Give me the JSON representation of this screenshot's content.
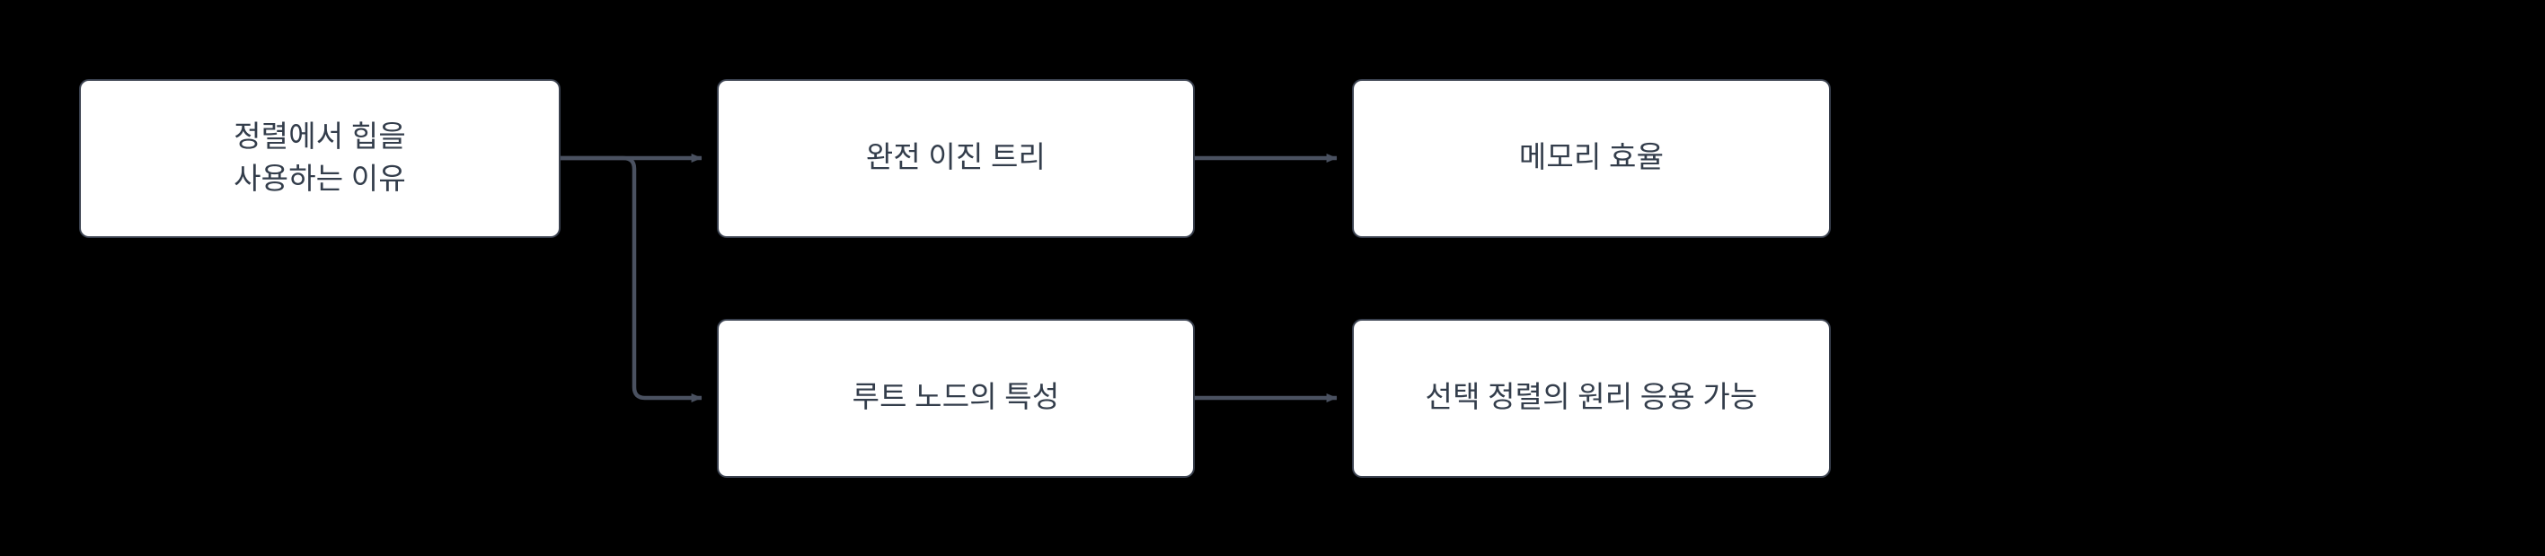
{
  "diagram": {
    "type": "flowchart",
    "direction": "left-to-right",
    "background_color": "#000000",
    "node_fill_color": "#ffffff",
    "node_border_color": "#39404e",
    "text_color": "#333d4b",
    "edge_color": "#4a5160",
    "nodes": [
      {
        "id": "reason",
        "label": "정렬에서 힙을\n사용하는 이유",
        "line1": "정렬에서 힙을",
        "line2": "사용하는 이유"
      },
      {
        "id": "cbt",
        "label": "완전 이진 트리"
      },
      {
        "id": "memory",
        "label": "메모리 효율"
      },
      {
        "id": "root",
        "label": "루트 노드의 특성"
      },
      {
        "id": "selsort",
        "label": "선택 정렬의 원리 응용 가능"
      }
    ],
    "edges": [
      {
        "id": "reason-to-cbt",
        "from": "reason",
        "to": "cbt",
        "style": "elbow",
        "arrowhead": "solid-triangle"
      },
      {
        "id": "reason-to-root",
        "from": "reason",
        "to": "root",
        "style": "elbow",
        "arrowhead": "solid-triangle"
      },
      {
        "id": "cbt-to-memory",
        "from": "cbt",
        "to": "memory",
        "style": "straight",
        "arrowhead": "solid-triangle"
      },
      {
        "id": "root-to-selsort",
        "from": "root",
        "to": "selsort",
        "style": "straight",
        "arrowhead": "solid-triangle"
      }
    ]
  }
}
